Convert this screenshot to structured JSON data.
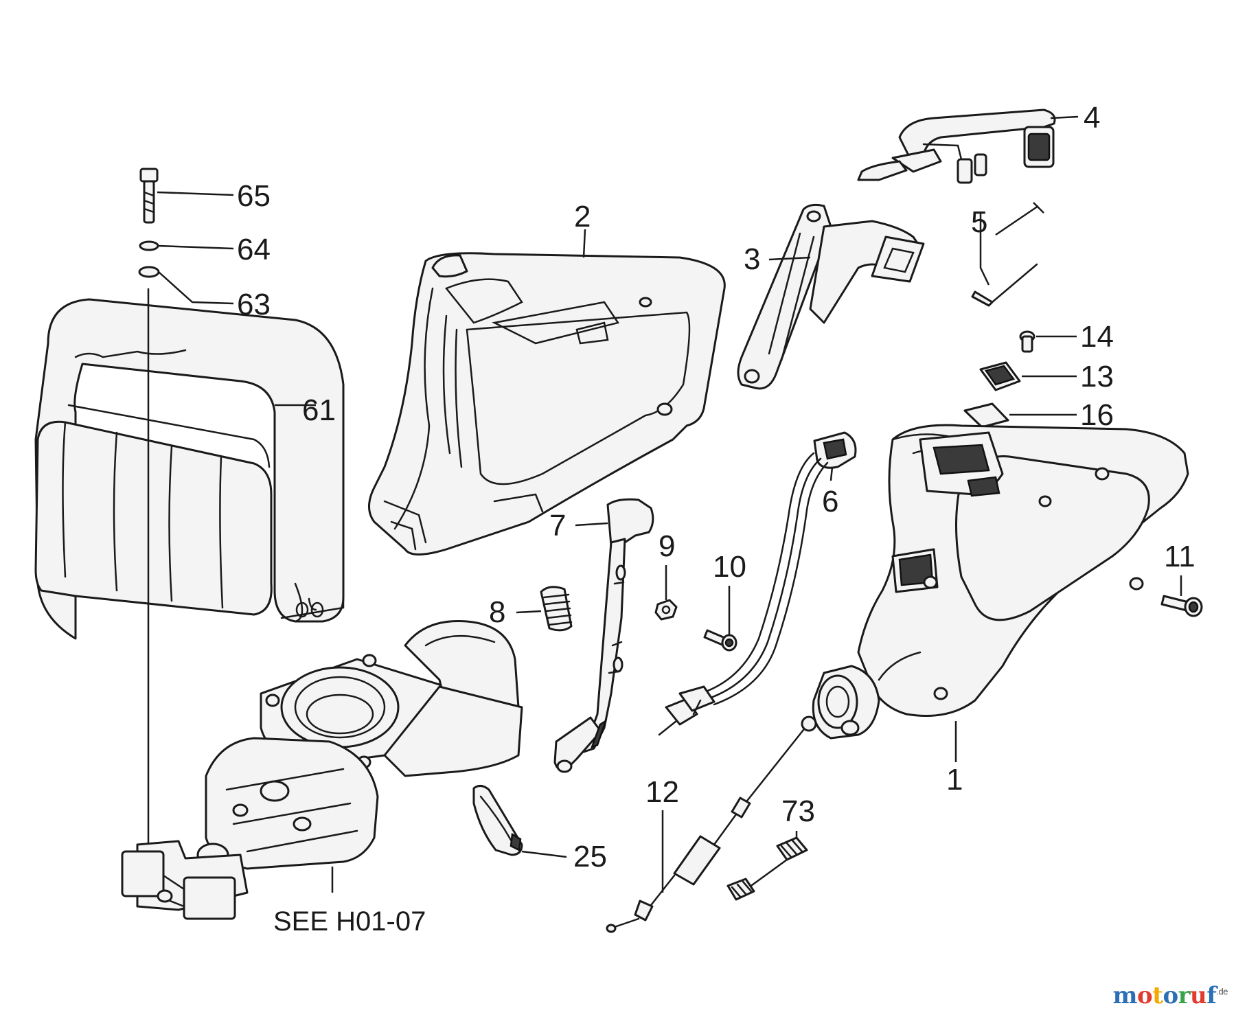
{
  "callouts": {
    "p1": "1",
    "p2": "2",
    "p3": "3",
    "p4": "4",
    "p5": "5",
    "p6": "6",
    "p7": "7",
    "p8": "8",
    "p9": "9",
    "p10": "10",
    "p11": "11",
    "p12": "12",
    "p13": "13",
    "p14": "14",
    "p16": "16",
    "p25": "25",
    "p61": "61",
    "p63": "63",
    "p64": "64",
    "p65": "65",
    "p73": "73"
  },
  "reference_note": "SEE H01-07",
  "watermark": {
    "letters": [
      "m",
      "o",
      "t",
      "o",
      "r",
      "u",
      "f"
    ],
    "colors": [
      "#2b6fb6",
      "#e23b2e",
      "#f2a900",
      "#2b6fb6",
      "#3aa34a",
      "#e23b2e",
      "#2b6fb6"
    ],
    "suffix": ".de"
  }
}
